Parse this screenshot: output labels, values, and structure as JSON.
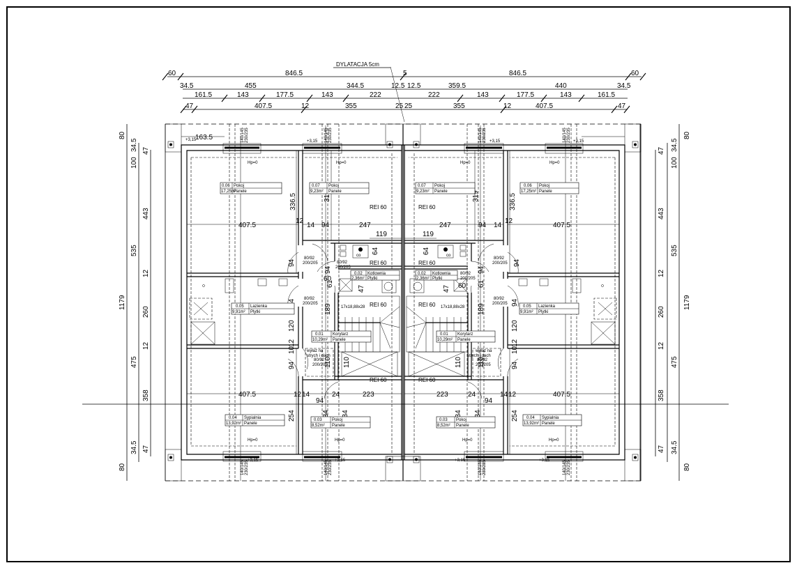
{
  "note": "DYLATACJA 5cm",
  "dims": {
    "top": {
      "r1": [
        "60",
        "846.5",
        "5",
        "846.5",
        "60"
      ],
      "r2": [
        "34.5",
        "455",
        "344.5",
        "12.5",
        "12.5",
        "359.5",
        "440",
        "34.5"
      ],
      "r3": [
        "161.5",
        "143",
        "177.5",
        "143",
        "222",
        "222",
        "143",
        "177.5",
        "143",
        "161.5"
      ],
      "r4": [
        "47",
        "407.5",
        "12",
        "355",
        "25",
        "25",
        "355",
        "12",
        "407.5",
        "47"
      ]
    },
    "left": {
      "c1": [
        "80",
        "1179",
        "80"
      ],
      "c2": [
        "34.5",
        "100",
        "535",
        "475",
        "34.5"
      ],
      "c3": [
        "47",
        "443",
        "12",
        "260",
        "12",
        "358",
        "47"
      ]
    },
    "right": {
      "c1": [
        "80",
        "1179",
        "80"
      ],
      "c2": [
        "34.5",
        "100",
        "535",
        "475",
        "34.5"
      ],
      "c3": [
        "47",
        "443",
        "12",
        "260",
        "12",
        "358",
        "47"
      ]
    },
    "interior_left": [
      "163.5",
      "336.5",
      "319",
      "407.5",
      "12",
      "14",
      "94",
      "247",
      "119",
      "64",
      "94",
      "94",
      "60",
      "47",
      "61",
      "94",
      "189",
      "120",
      "12",
      "10",
      "94",
      "110",
      "110",
      "407.5",
      "12",
      "14",
      "24",
      "223",
      "94",
      "254",
      "234",
      "234"
    ],
    "interior_right": [
      "319",
      "336.5",
      "247",
      "94",
      "14",
      "12",
      "407.5",
      "119",
      "64",
      "94",
      "94",
      "60",
      "47",
      "61",
      "94",
      "189",
      "120",
      "12",
      "10",
      "94",
      "110",
      "110",
      "223",
      "24",
      "94",
      "14",
      "12",
      "407.5",
      "234",
      "234",
      "254"
    ]
  },
  "labels": {
    "hp": "Hp=0",
    "level": "+3,15",
    "window": "140/145",
    "window2": "230/235",
    "rei": "REI 60",
    "stairs": "17x18,88x28",
    "door": "80/92",
    "door2": "200/205",
    "attic": "wyłaz na",
    "attic2": "strych i dach",
    "co": "co"
  },
  "rooms": {
    "left": [
      {
        "num": "0.06",
        "name": "Pokoj",
        "area": "17,25m²",
        "finish": "Panele"
      },
      {
        "num": "0.07",
        "name": "Pokoj",
        "area": "9,23m²",
        "finish": "Panele"
      },
      {
        "num": "0.05",
        "name": "Lazienka",
        "area": "9,91m²",
        "finish": "Plytki"
      },
      {
        "num": "0.04",
        "name": "Sypialnia",
        "area": "13,92m²",
        "finish": "Panele"
      },
      {
        "num": "0.03",
        "name": "Pokoj",
        "area": "8,52m²",
        "finish": "Panele"
      },
      {
        "num": "0.01",
        "name": "Korytarz",
        "area": "10,29m²",
        "finish": "Panele"
      },
      {
        "num": "0.02",
        "name": "Kotlownia",
        "area": "2,36m²",
        "finish": "Plytki"
      }
    ],
    "right": [
      {
        "num": "0.07",
        "name": "Pokoj",
        "area": "9,23m²",
        "finish": "Panele"
      },
      {
        "num": "0.06",
        "name": "Pokoj",
        "area": "17,25m²",
        "finish": "Panele"
      },
      {
        "num": "0.05",
        "name": "Lazienka",
        "area": "9,91m²",
        "finish": "Plytki"
      },
      {
        "num": "0.04",
        "name": "Sypialnia",
        "area": "13,92m²",
        "finish": "Panele"
      },
      {
        "num": "0.03",
        "name": "Pokoj",
        "area": "8,52m²",
        "finish": "Panele"
      },
      {
        "num": "0.01",
        "name": "Korytarz",
        "area": "10,29m²",
        "finish": "Panele"
      },
      {
        "num": "0.02",
        "name": "Kotlownia",
        "area": "2,36m²",
        "finish": "Plytki"
      }
    ]
  }
}
